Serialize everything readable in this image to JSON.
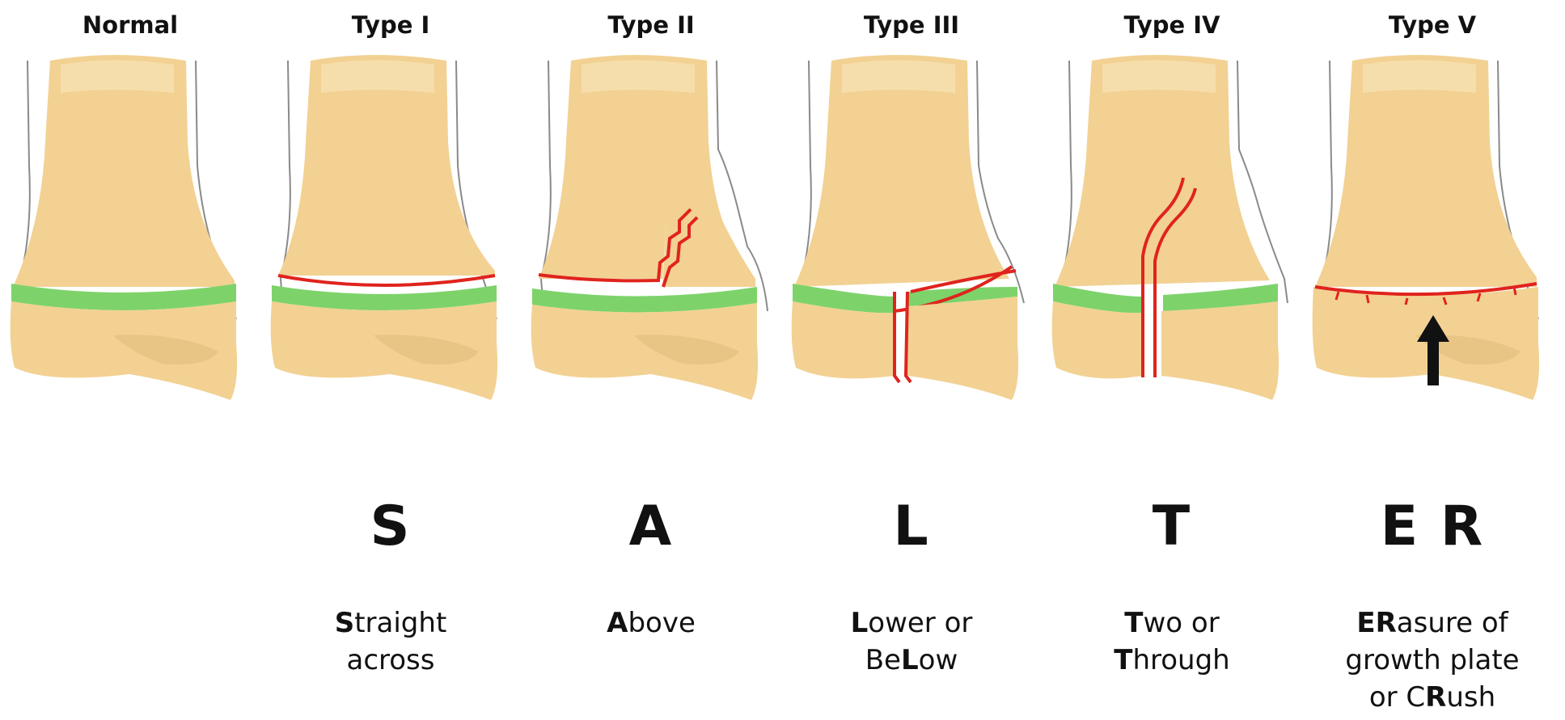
{
  "panels": [
    {
      "id": "normal",
      "title": "Normal",
      "letter": "",
      "description": []
    },
    {
      "id": "type-1",
      "title": "Type I",
      "letter": "S",
      "description": [
        [
          {
            "t": "S",
            "b": true
          },
          {
            "t": "traight",
            "b": false
          }
        ],
        [
          {
            "t": "across",
            "b": false
          }
        ]
      ]
    },
    {
      "id": "type-2",
      "title": "Type II",
      "letter": "A",
      "description": [
        [
          {
            "t": "A",
            "b": true
          },
          {
            "t": "bove",
            "b": false
          }
        ]
      ]
    },
    {
      "id": "type-3",
      "title": "Type III",
      "letter": "L",
      "description": [
        [
          {
            "t": "L",
            "b": true
          },
          {
            "t": "ower or",
            "b": false
          }
        ],
        [
          {
            "t": "Be",
            "b": false
          },
          {
            "t": "L",
            "b": true
          },
          {
            "t": "ow",
            "b": false
          }
        ]
      ]
    },
    {
      "id": "type-4",
      "title": "Type IV",
      "letter": "T",
      "description": [
        [
          {
            "t": "T",
            "b": true
          },
          {
            "t": "wo or",
            "b": false
          }
        ],
        [
          {
            "t": "T",
            "b": true
          },
          {
            "t": "hrough",
            "b": false
          }
        ]
      ]
    },
    {
      "id": "type-5",
      "title": "Type V",
      "letter": "E R",
      "description": [
        [
          {
            "t": "ER",
            "b": true
          },
          {
            "t": "asure of",
            "b": false
          }
        ],
        [
          {
            "t": "growth plate",
            "b": false
          }
        ],
        [
          {
            "t": "or C",
            "b": false
          },
          {
            "t": "R",
            "b": true
          },
          {
            "t": "ush",
            "b": false
          }
        ]
      ]
    }
  ],
  "colors": {
    "bone": "#f2d193",
    "bone_light": "#f8e4b6",
    "bone_shadow": "#d9b36d",
    "growth_plate": "#7dd36a",
    "fracture": "#e0231d",
    "outline": "#8a8a8a",
    "text": "#111111"
  },
  "icons": [
    "arrow-up-icon"
  ]
}
